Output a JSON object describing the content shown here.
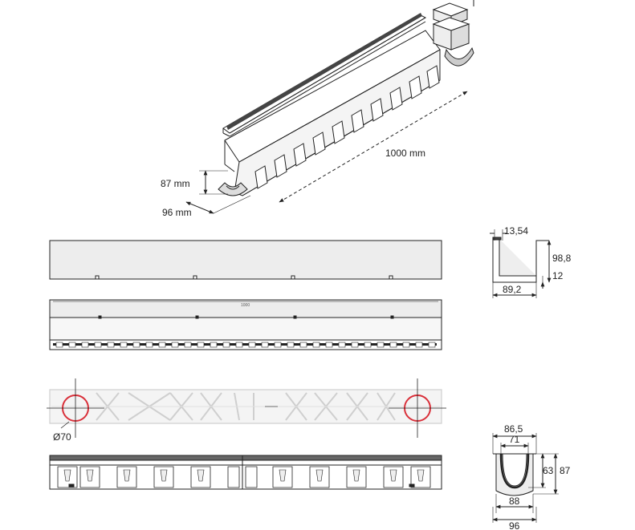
{
  "perspective": {
    "length_label": "1000 mm",
    "height_label": "87 mm",
    "width_label": "96 mm"
  },
  "grate_section": {
    "top_label": "13,54",
    "height_label": "98,8",
    "bottom_label": "89,2",
    "side_label": "12"
  },
  "long_view": {
    "center_label": "1000"
  },
  "plan_view": {
    "diameter_label": "Ø70",
    "hole_color": "#d9303a"
  },
  "channel_section": {
    "outer_top_label": "86,5",
    "inner_top_label": "71",
    "inner_height_label": "63",
    "outer_height_label": "87",
    "inner_bottom_label": "88",
    "outer_bottom_label": "96"
  }
}
